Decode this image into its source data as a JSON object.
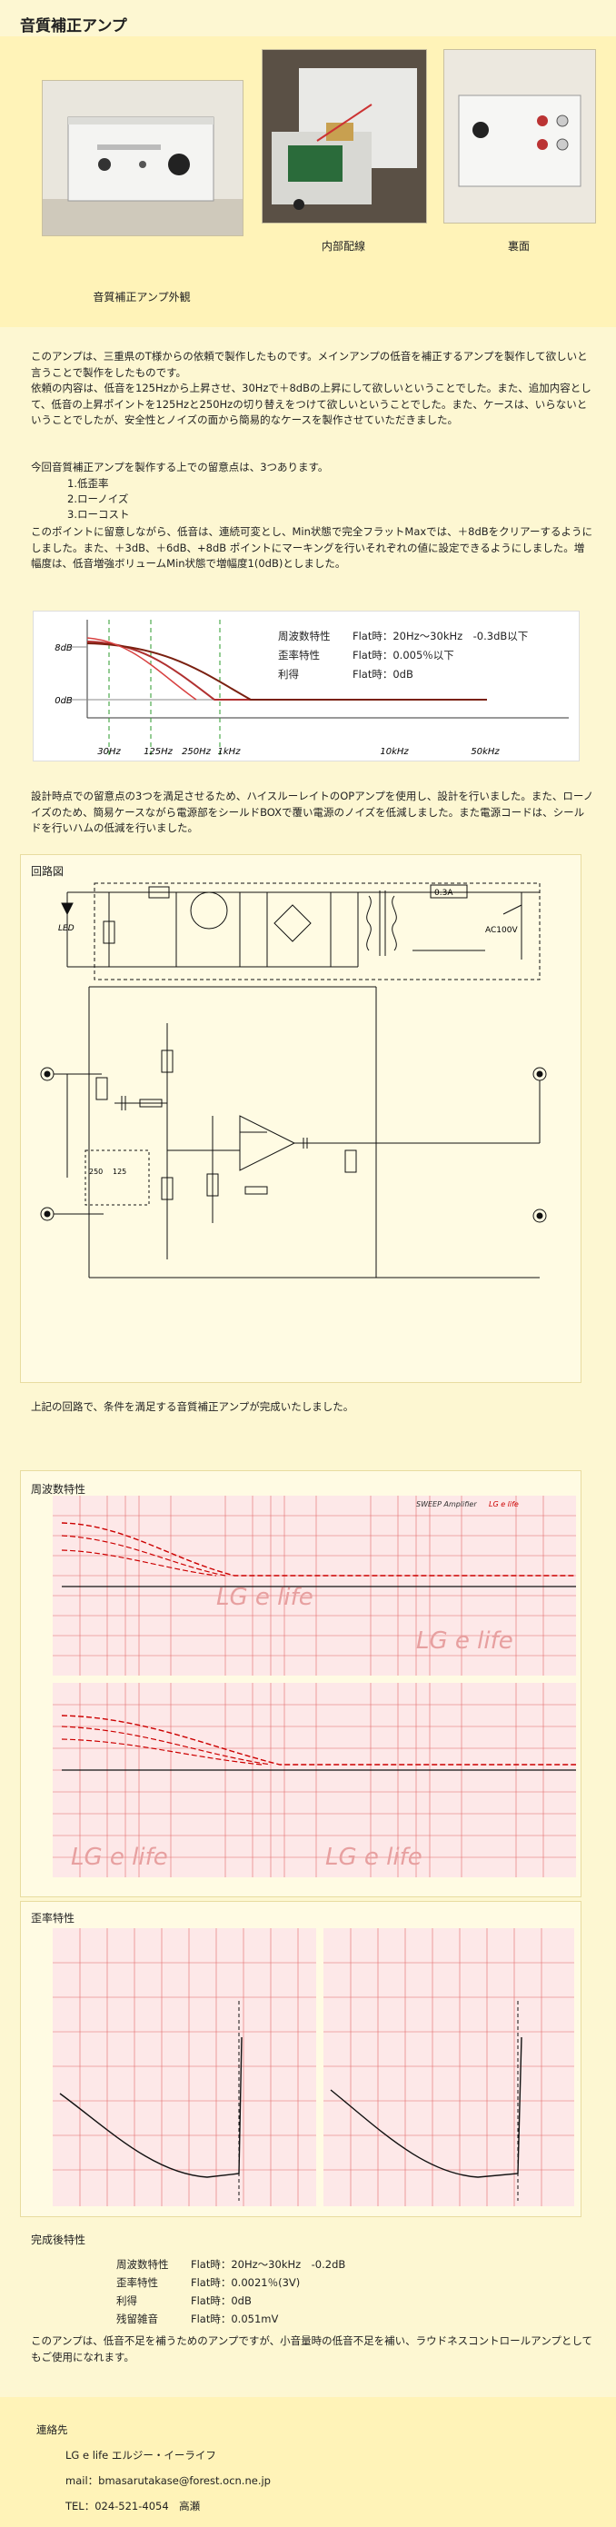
{
  "page": {
    "title": "音質補正アンプ"
  },
  "photos": {
    "exterior_caption": "音質補正アンプ外観",
    "wiring_caption": "内部配線",
    "rear_caption": "裏面"
  },
  "intro": {
    "p1": "このアンプは、三重県のT様からの依頼で製作したものです。メインアンプの低音を補正するアンプを製作して欲しいと言うことで製作をしたものです。",
    "p2": "依頼の内容は、低音を125Hzから上昇させ、30Hzで＋8dBの上昇にして欲しいということでした。また、追加内容として、低音の上昇ポイントを125Hzと250Hzの切り替えをつけて欲しいということでした。また、ケースは、いらないということでしたが、安全性とノイズの面から簡易的なケースを製作させていただきました。",
    "p3": "今回音質補正アンプを製作する上での留意点は、3つあります。",
    "points": [
      "1.低歪率",
      "2.ローノイズ",
      "3.ローコスト"
    ],
    "p4": "このポイントに留意しながら、低音は、連続可変とし、Min状態で完全フラットMaxでは、＋8dBをクリアーするようにしました。また、＋3dB、＋6dB、+8dB ポイントにマーキングを行いそれぞれの値に設定できるようにしました。増幅度は、低音増強ボリュームMin状態で増幅度1(0dB)としました。"
  },
  "spec_chart": {
    "rows": [
      {
        "label": "周波数特性",
        "value": "Flat時：20Hz～30kHz　-0.3dB以下"
      },
      {
        "label": "歪率特性",
        "value": "Flat時：0.005％以下"
      },
      {
        "label": "利得",
        "value": "Flat時：0dB"
      }
    ],
    "y_labels": [
      "8dB",
      "0dB"
    ],
    "x_labels": [
      "30Hz",
      "125Hz",
      "250Hz",
      "1kHz",
      "10kHz",
      "50kHz"
    ]
  },
  "design": {
    "p1": "設計時点での留意点の3つを満足させるため、ハイスルーレイトのOPアンプを使用し、設計を行いました。また、ローノイズのため、簡易ケースながら電源部をシールドBOXで覆い電源のノイズを低減しました。また電源コードは、シールドを行いハムの低減を行いました。"
  },
  "circuit": {
    "label": "回路図",
    "led_label": "LED",
    "fuse_label": "0.3A",
    "ac_label": "AC100V",
    "sw_labels": [
      "250",
      "125"
    ],
    "after": "上記の回路で、条件を満足する音質補正アンプが完成いたしました。"
  },
  "freq": {
    "label": "周波数特性",
    "watermark": "LG e life",
    "header_right": "LG e life",
    "header_mid": "SWEEP Amplifier"
  },
  "distortion": {
    "label": "歪率特性"
  },
  "final": {
    "label": "完成後特性",
    "rows": [
      {
        "label": "周波数特性",
        "value": "Flat時：20Hz～30kHz　-0.2dB"
      },
      {
        "label": "歪率特性",
        "value": "Flat時：0.0021％(3V)"
      },
      {
        "label": "利得",
        "value": "Flat時：0dB"
      },
      {
        "label": "残留雑音",
        "value": "Flat時：0.051mV"
      }
    ],
    "note": "このアンプは、低音不足を補うためのアンプですが、小音量時の低音不足を補い、ラウドネスコントロールアンプとしてもご使用になれます。"
  },
  "contact": {
    "label": "連絡先",
    "name": "LG e life エルジー・イーライフ",
    "mail": "mail：bmasarutakase@forest.ocn.ne.jp",
    "tel": "TEL：024-521-4054　高瀬"
  }
}
